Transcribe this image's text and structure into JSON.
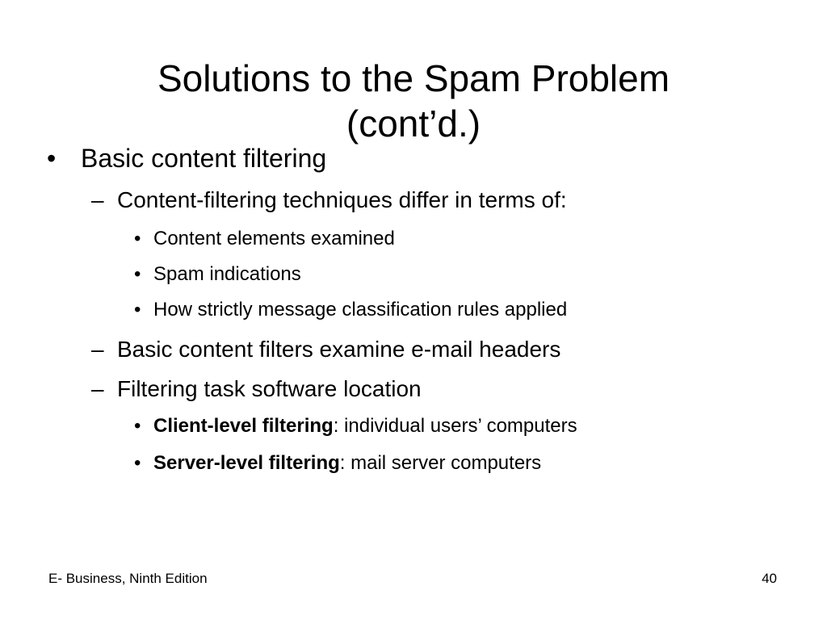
{
  "title": {
    "line1": "Solutions to the Spam Problem",
    "line2": "(cont’d.)"
  },
  "bullets": {
    "b1": {
      "marker": "•",
      "text": "Basic content filtering"
    },
    "b1_1": {
      "marker": "–",
      "text": "Content-filtering techniques differ in terms of:"
    },
    "b1_1_1": {
      "marker": "•",
      "text": "Content elements examined"
    },
    "b1_1_2": {
      "marker": "•",
      "text": "Spam indications"
    },
    "b1_1_3": {
      "marker": "•",
      "text": "How strictly message classification rules applied"
    },
    "b1_2": {
      "marker": "–",
      "text": "Basic content filters examine e-mail headers"
    },
    "b1_3": {
      "marker": "–",
      "text": "Filtering task software location"
    },
    "b1_3_1": {
      "marker": "•",
      "term": "Client-level filtering",
      "rest": ": individual users’ computers"
    },
    "b1_3_2": {
      "marker": "•",
      "term": "Server-level filtering",
      "rest": ": mail server computers"
    }
  },
  "footer": {
    "left": "E- Business, Ninth Edition",
    "page_number": "40"
  }
}
